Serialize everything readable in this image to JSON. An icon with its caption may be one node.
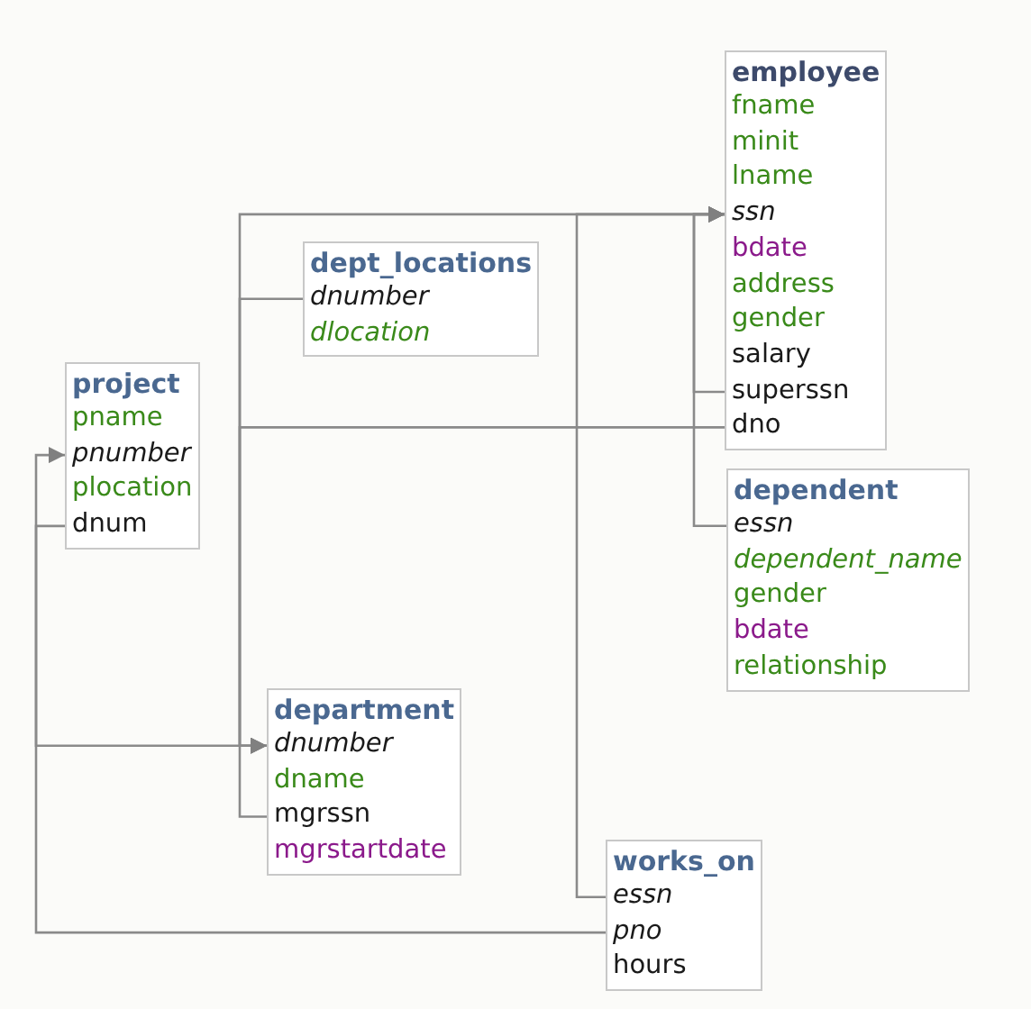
{
  "diagram": {
    "nodes": [
      {
        "text": [
          "employee"
        ]
      },
      {
        "text": [
          "fname"
        ],
        "in": 0
      },
      {
        "text": [
          "minit"
        ],
        "in": 0
      },
      {
        "text": [
          "lname"
        ],
        "in": 0
      },
      {
        "text": [
          "ssn"
        ],
        "in": 0
      },
      {
        "text": [
          "bdate"
        ],
        "in": 0
      },
      {
        "text": [
          "address"
        ],
        "in": 0
      },
      {
        "text": [
          "gender"
        ],
        "in": 0
      },
      {
        "text": [
          "salary"
        ],
        "in": 0
      },
      {
        "text": [
          "superssn"
        ],
        "in": 0
      },
      {
        "text": [
          "dno"
        ],
        "in": 0
      },
      {
        "text": [
          "dept_locations"
        ]
      },
      {
        "text": [
          "dnumber"
        ],
        "in": 11
      },
      {
        "text": [
          "dlocation"
        ],
        "in": 11
      },
      {
        "text": [
          "project"
        ]
      },
      {
        "text": [
          "pname"
        ],
        "in": 14
      },
      {
        "text": [
          "pnumber"
        ],
        "in": 14
      },
      {
        "text": [
          "plocation"
        ],
        "in": 14
      },
      {
        "text": [
          "dnum"
        ],
        "in": 14
      },
      {
        "text": [
          "dependent"
        ]
      },
      {
        "text": [
          "essn"
        ],
        "in": 19
      },
      {
        "text": [
          "dependent_name"
        ],
        "in": 19
      },
      {
        "text": [
          "gender"
        ],
        "in": 19
      },
      {
        "text": [
          "bdate"
        ],
        "in": 19
      },
      {
        "text": [
          "relationship"
        ],
        "in": 19
      },
      {
        "text": [
          "department"
        ]
      },
      {
        "text": [
          "dnumber"
        ],
        "in": 25
      },
      {
        "text": [
          "dname"
        ],
        "in": 25
      },
      {
        "text": [
          "mgrssn"
        ],
        "in": 25
      },
      {
        "text": [
          "mgrstartdate"
        ],
        "in": 25
      },
      {
        "text": [
          "works_on"
        ]
      },
      {
        "text": [
          "essn"
        ],
        "in": 30
      },
      {
        "text": [
          "pno"
        ],
        "in": 30
      },
      {
        "text": [
          "hours"
        ],
        "in": 30
      }
    ],
    "edges": [
      {
        "from": 9,
        "to": 4,
        "arrow": "to"
      },
      {
        "from": 20,
        "to": 4,
        "arrow": "to"
      },
      {
        "from": 31,
        "to": 4,
        "arrow": "to"
      },
      {
        "from": 28,
        "to": 4,
        "arrow": "to"
      },
      {
        "from": 12,
        "to": 26,
        "arrow": "to"
      },
      {
        "from": 10,
        "to": 26,
        "arrow": "to"
      },
      {
        "from": 18,
        "to": 26,
        "arrow": "to"
      },
      {
        "from": 32,
        "to": 16,
        "arrow": "to"
      }
    ]
  }
}
